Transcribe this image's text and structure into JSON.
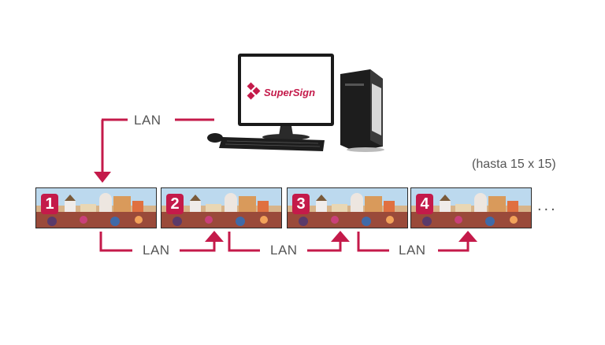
{
  "brand": {
    "logo_text": "SuperSign"
  },
  "connections": {
    "lan_label": "LAN"
  },
  "panels": [
    {
      "number": "1"
    },
    {
      "number": "2"
    },
    {
      "number": "3"
    },
    {
      "number": "4"
    }
  ],
  "note": "(hasta 15 x 15)",
  "ellipsis": "...",
  "colors": {
    "arrow": "#c41a4a",
    "badge": "#c41a4a",
    "text": "#555555"
  },
  "icons": [
    "computer-monitor-icon",
    "keyboard-icon",
    "mouse-icon",
    "pc-tower-icon",
    "arrow-down-icon",
    "arrow-up-icon"
  ]
}
